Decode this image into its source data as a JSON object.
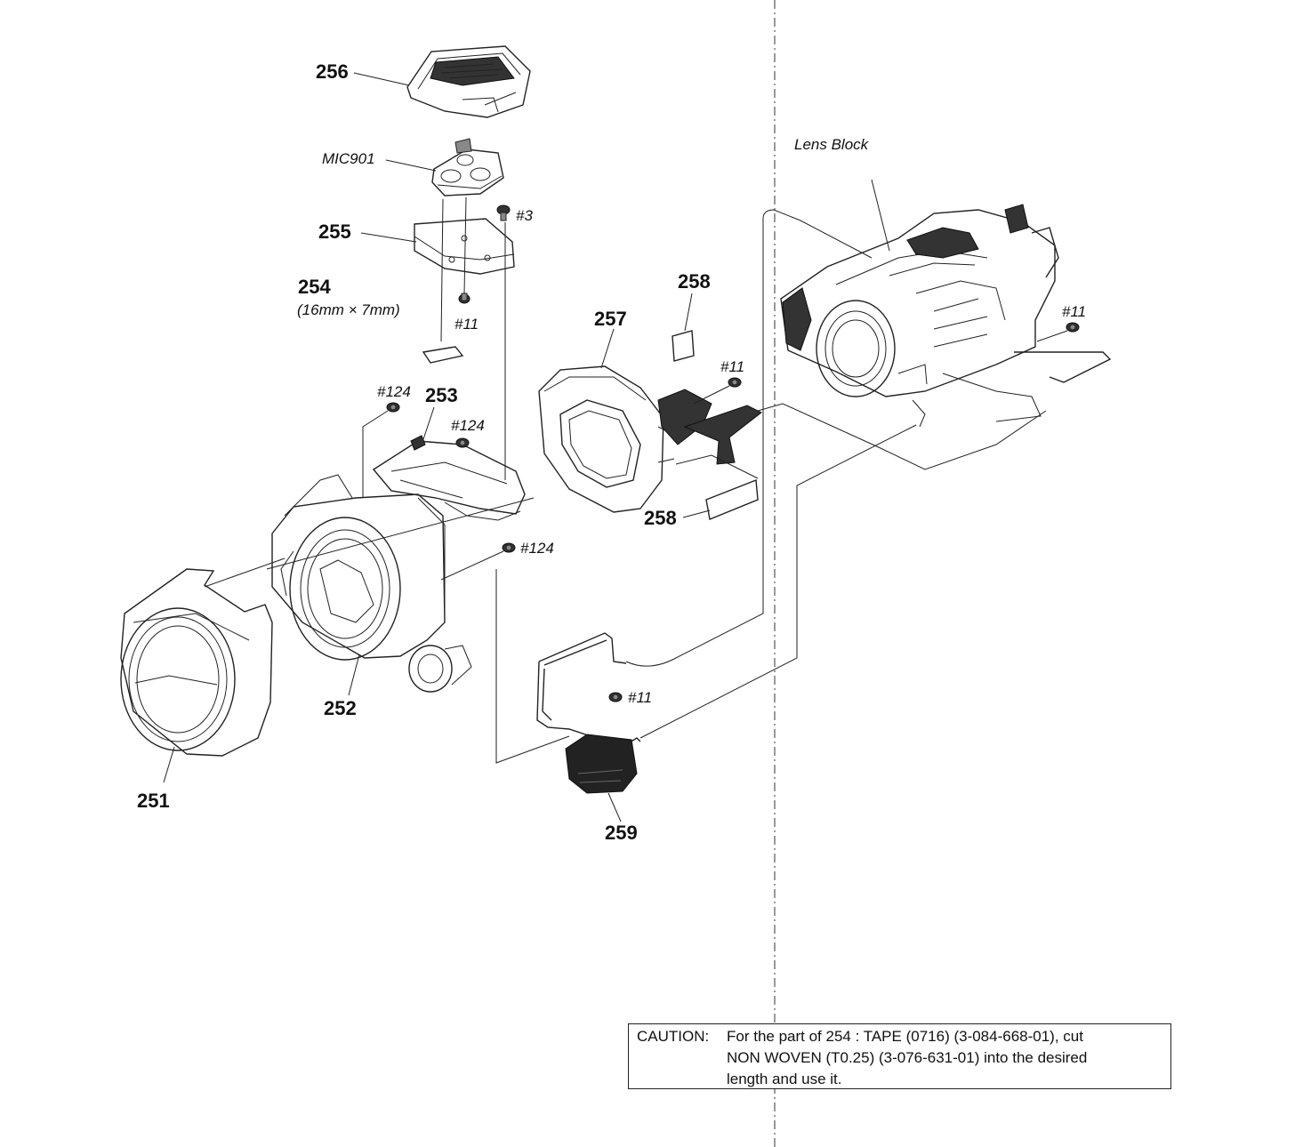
{
  "parts": {
    "p251": "251",
    "p252": "252",
    "p253": "253",
    "p254": "254",
    "p254_size": "(16mm × 7mm)",
    "p255": "255",
    "p256": "256",
    "p257": "257",
    "p258_top": "258",
    "p258_bottom": "258",
    "p259": "259",
    "mic": "MIC901",
    "lens_block": "Lens Block"
  },
  "screws": {
    "s3": "#3",
    "s11_a": "#11",
    "s11_b": "#11",
    "s11_c": "#11",
    "s11_d": "#11",
    "s124_a": "#124",
    "s124_b": "#124",
    "s124_c": "#124"
  },
  "caution": {
    "head": "CAUTION:",
    "line1": "For the part of 254 : TAPE (0716) (3-084-668-01), cut",
    "line2": "NON WOVEN (T0.25) (3-076-631-01) into the desired",
    "line3": "length and use it."
  }
}
